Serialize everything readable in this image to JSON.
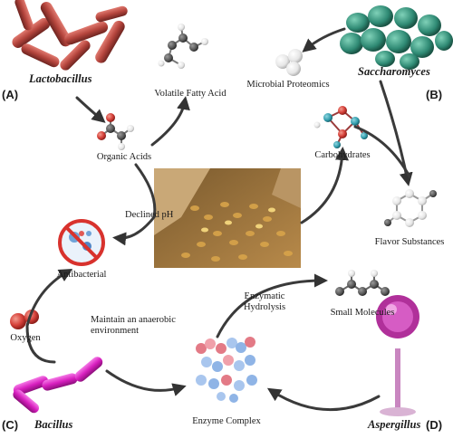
{
  "organisms": {
    "lactobacillus": "Lactobacillus",
    "saccharomyces": "Saccharomyces",
    "bacillus": "Bacillus",
    "aspergillus": "Aspergillus"
  },
  "panels": {
    "a": "(A)",
    "b": "(B)",
    "c": "(C)",
    "d": "(D)"
  },
  "labels": {
    "volatile_fatty_acid": "Volatile Fatty Acid",
    "organic_acids": "Organic Acids",
    "declined_ph": "Declined pH",
    "antibacterial": "Antibacterial",
    "microbial_proteomics": "Microbial Proteomics",
    "carbohydrates": "Carbohydrates",
    "flavor_substances": "Flavor Substances",
    "enzymatic_hydrolysis": "Enzymatic Hydrolysis",
    "small_molecules": "Small Molecules",
    "oxygen": "Oxygen",
    "maintain_anaerobic": "Maintain an anaerobic environment",
    "enzyme_complex": "Enzyme Complex"
  },
  "colors": {
    "arrow": "#3a3a3a",
    "lactobacillus": "#b5453d",
    "saccharomyces": "#2f8a74",
    "bacillus": "#d81fbf",
    "aspergillus": "#b0309a",
    "grain": "#c99a52",
    "oxygen": "#d6413a",
    "prohibition": "#d8322d"
  }
}
